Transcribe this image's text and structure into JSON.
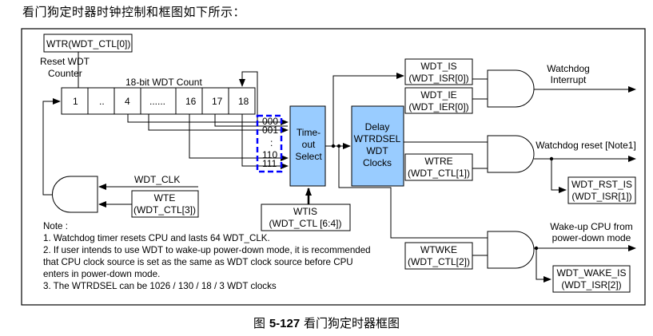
{
  "heading": "看门狗定时器时钟控制和框图如下所示：",
  "caption": {
    "prefix": "图 ",
    "number": "5-127",
    "title": " 看门狗定时器框图"
  },
  "colors": {
    "block_fill": "#99ccff",
    "selector_dash": "#0000ff",
    "line": "#000000"
  },
  "wtr_box": "WTR(WDT_CTL[0])",
  "reset_label": [
    "Reset WDT",
    "Counter"
  ],
  "counter": {
    "label": "18-bit WDT Count",
    "cells": [
      "1",
      "..",
      "4",
      "......",
      "16",
      "17",
      "18"
    ]
  },
  "selector_codes": [
    "000",
    "001",
    ":",
    "110",
    "111"
  ],
  "timeout_select": [
    "Time-",
    "out",
    "Select"
  ],
  "delay_block": [
    "Delay",
    "WTRDSEL",
    "WDT",
    "Clocks"
  ],
  "wtis_box": [
    "WTIS",
    "(WDT_CTL [6:4])"
  ],
  "wdt_clk_label": "WDT_CLK",
  "wte_box": [
    "WTE",
    "(WDT_CTL[3])"
  ],
  "wdt_is_box": [
    "WDT_IS",
    "(WDT_ISR[0])"
  ],
  "wdt_ie_box": [
    "WDT_IE",
    "(WDT_IER[0])"
  ],
  "interrupt_label": [
    "Watchdog",
    "Interrupt"
  ],
  "wtre_box": [
    "WTRE",
    "(WDT_CTL[1])"
  ],
  "reset_out_label": "Watchdog reset [Note1]",
  "wdt_rst_is_box": [
    "WDT_RST_IS",
    "(WDT_ISR[1])"
  ],
  "wtwke_box": [
    "WTWKE",
    "(WDT_CTL[2])"
  ],
  "wake_label": [
    "Wake-up CPU from",
    "power-down mode"
  ],
  "wdt_wake_is_box": [
    "WDT_WAKE_IS",
    "(WDT_ISR[2])"
  ],
  "notes": {
    "title": "Note :",
    "lines": [
      "1. Watchdog timer resets CPU and lasts 64 WDT_CLK.",
      "2. If user intends to use WDT to wake-up power-down mode, it is recommended",
      "that CPU clock source is set as the same as WDT clock source before CPU",
      "enters in power-down mode.",
      "3. The WTRDSEL can be 1026 / 130 / 18 / 3 WDT clocks"
    ]
  }
}
